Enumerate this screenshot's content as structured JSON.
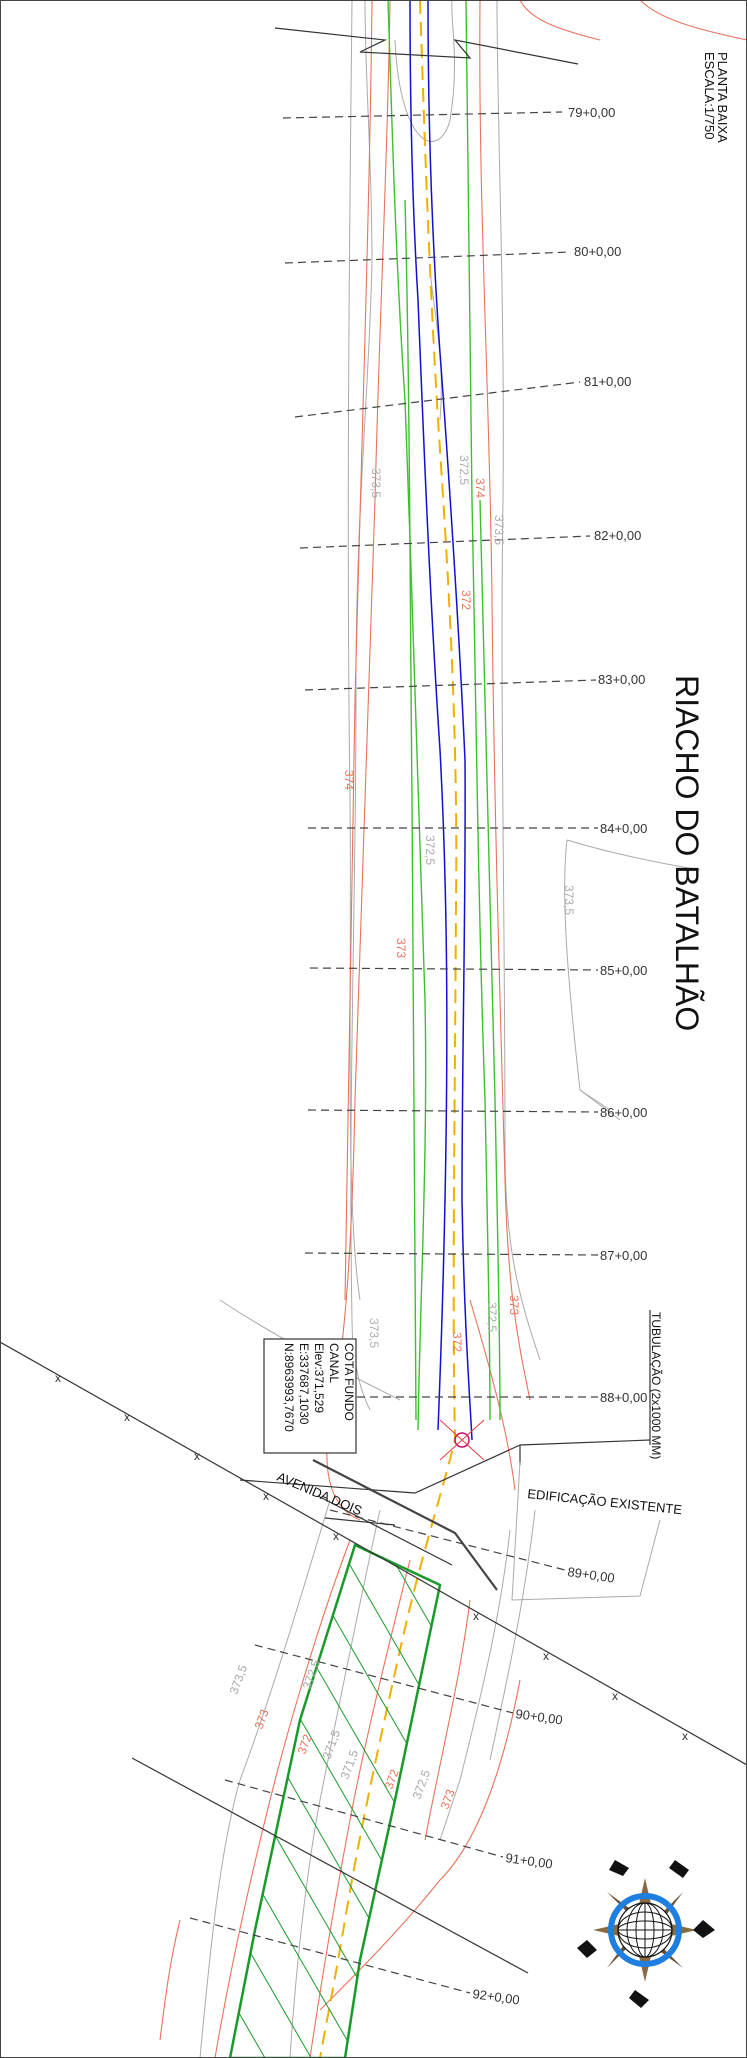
{
  "title": "RIACHO DO BATALHÃO",
  "plan": {
    "name": "PLANTA BAIXA",
    "scale": "ESCALA:1/750"
  },
  "stations": [
    "79+0,00",
    "80+0,00",
    "81+0,00",
    "82+0,00",
    "83+0,00",
    "84+0,00",
    "85+0,00",
    "86+0,00",
    "87+0,00",
    "88+0,00",
    "89+0,00",
    "90+0,00",
    "91+0,00",
    "92+0,00"
  ],
  "contour_labels": {
    "orange": [
      "374",
      "373",
      "373",
      "373",
      "372",
      "372",
      "373",
      "372",
      "373",
      "372"
    ],
    "gray": [
      "373,5",
      "373,5",
      "373,5",
      "373,5",
      "372,5",
      "372,5",
      "372,5",
      "371,5",
      "371,5",
      "373,5",
      "372,5"
    ]
  },
  "annotations": {
    "pipe": "TUBULAÇÃO (2x1000 MM)",
    "existing_building": "EDIFICAÇÃO EXISTENTE",
    "street": "AVENIDA DOIS",
    "canal_box": [
      "COTA FUNDO",
      "CANAL",
      "Elev:371,529",
      "E:337687,1030",
      "N:8963993,7670"
    ]
  },
  "colors": {
    "contour_major": "#e8735a",
    "contour_minor": "#aaaaaa",
    "channel_blue": "#1010d0",
    "bank_green": "#3fbf2f",
    "axis_yellow": "#f0b000",
    "hatch_green": "#1a9a2a",
    "compass_ring": "#1f7fe0",
    "compass_points": "#8a6a44"
  },
  "icons": {
    "compass": "north-arrow-compass-icon"
  }
}
